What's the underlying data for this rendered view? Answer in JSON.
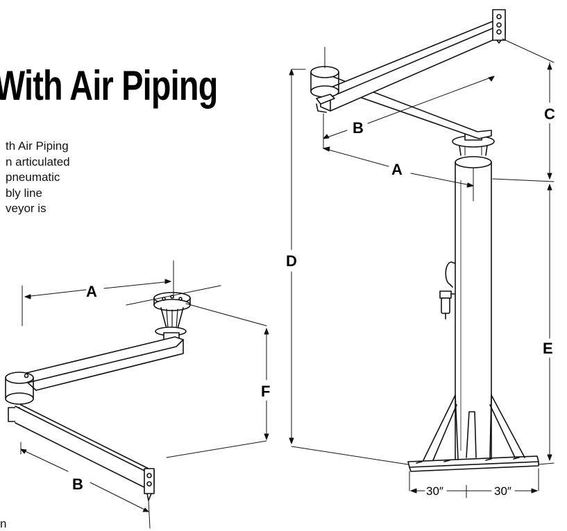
{
  "title": "With Air Piping",
  "body_lines": [
    "th Air Piping",
    "n articulated",
    " pneumatic",
    "bly line",
    "veyor is"
  ],
  "bottom_fragment": "n",
  "labels": {
    "left": {
      "a": "A",
      "b": "B",
      "f": "F"
    },
    "right": {
      "a": "A",
      "b": "B",
      "c": "C",
      "d": "D",
      "e": "E"
    },
    "base_dim_1": "30″",
    "base_dim_2": "30″"
  }
}
